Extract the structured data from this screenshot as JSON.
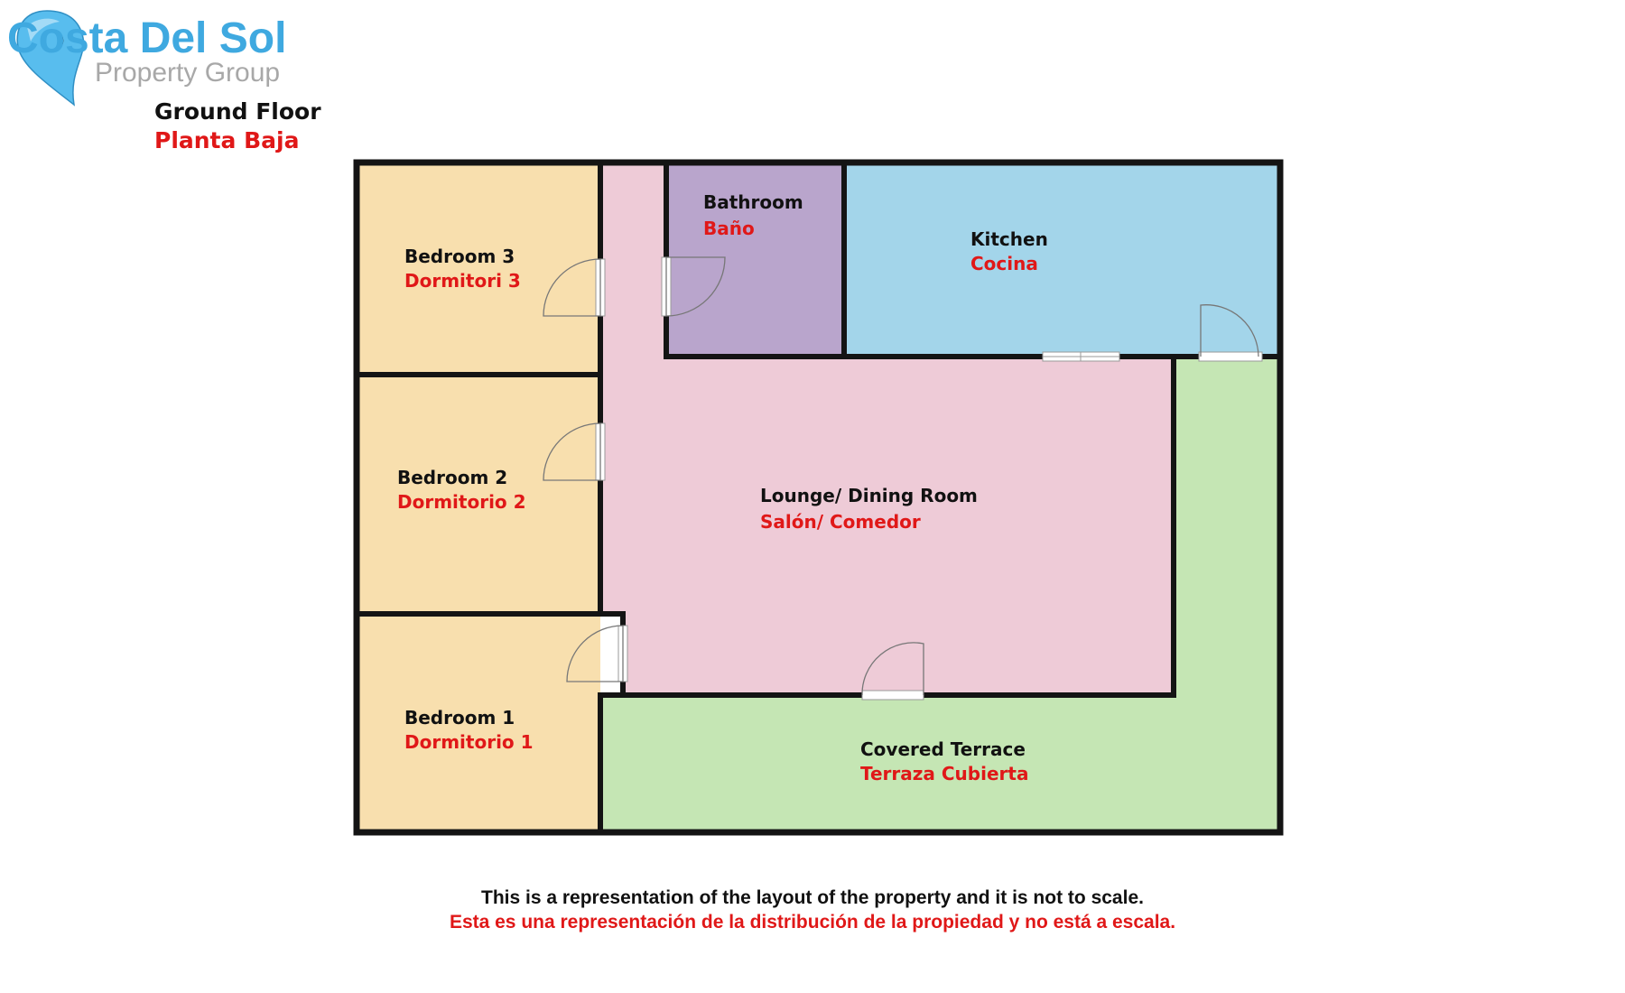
{
  "brand": {
    "name": "Costa Del Sol",
    "tagline": "Property Group",
    "icon": "map-pin-icon",
    "name_color": "#3fa9e0",
    "tagline_color": "#a8a8a8"
  },
  "floor": {
    "title_en": "Ground Floor",
    "title_es": "Planta Baja"
  },
  "colors": {
    "wall": "#141414",
    "english_text": "#111111",
    "spanish_text": "#e01818",
    "bedroom": "#f8dfae",
    "lounge": "#eecbd7",
    "bathroom": "#b9a5cc",
    "kitchen": "#a3d5ea",
    "terrace": "#c5e6b4"
  },
  "rooms": {
    "bedroom3": {
      "en": "Bedroom 3",
      "es": "Dormitori 3"
    },
    "bedroom2": {
      "en": "Bedroom 2",
      "es": "Dormitorio 2"
    },
    "bedroom1": {
      "en": "Bedroom 1",
      "es": "Dormitorio 1"
    },
    "bathroom": {
      "en": "Bathroom",
      "es": "Baño"
    },
    "kitchen": {
      "en": "Kitchen",
      "es": "Cocina"
    },
    "lounge": {
      "en": "Lounge/ Dining Room",
      "es": "Salón/ Comedor"
    },
    "terrace": {
      "en": "Covered Terrace",
      "es": "Terraza Cubierta"
    }
  },
  "disclaimer": {
    "en": "This is a representation of the layout of the property and it is not to scale.",
    "es": "Esta es una representación de la distribución de la propiedad y no está a escala."
  }
}
